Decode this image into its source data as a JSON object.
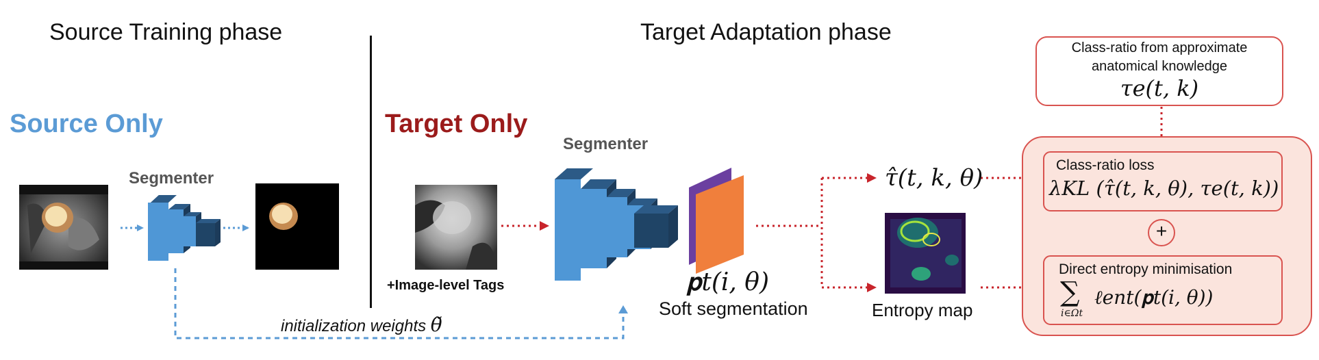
{
  "phases": {
    "source_title": "Source Training phase",
    "target_title": "Target Adaptation phase"
  },
  "source": {
    "heading": "Source Only",
    "segmenter_label": "Segmenter",
    "init_label": "initialization weights",
    "init_symbol": "θ̃"
  },
  "target": {
    "heading": "Target Only",
    "segmenter_label": "Segmenter",
    "tags_label": "+Image-level Tags",
    "pt_formula": "𝐩t(i, θ)",
    "soft_seg_label": "Soft segmentation",
    "tau_hat": "τ̂(t, k, θ)",
    "entropy_label": "Entropy map"
  },
  "prior_box": {
    "line1": "Class-ratio from approximate",
    "line2": "anatomical knowledge",
    "formula": "τe(t, k)"
  },
  "loss_box": {
    "class_ratio_title": "Class-ratio loss",
    "class_ratio_formula": "λKL (τ̂(t, k, θ), τe(t, k))",
    "plus": "+",
    "entropy_title": "Direct entropy minimisation",
    "entropy_sum": "∑",
    "entropy_sub": "i∈Ωt",
    "entropy_formula": "ℓent(𝐩t(i, θ))"
  },
  "colors": {
    "source_blue": "#5b9bd5",
    "target_red": "#9b1b1b",
    "arrow_red": "#c8242b",
    "box_border": "#d9534f",
    "loss_fill": "#fbe4dd",
    "seg_front": "#4f97d6",
    "seg_side": "#1c3b5a",
    "seg_top": "#2c5a86",
    "purple": "#6b3fa0",
    "orange": "#f07f3c"
  }
}
